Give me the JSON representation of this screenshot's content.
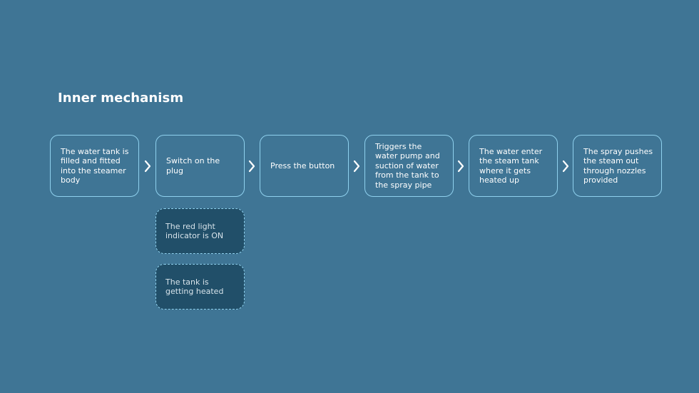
{
  "title": "Inner mechanism",
  "steps": [
    {
      "text": "The water tank is\nfilled and  fitted\ninto the steamer\nbody"
    },
    {
      "text": "Switch on the\nplug"
    },
    {
      "text": "Press the button"
    },
    {
      "text": "Triggers the\nwater pump and\nsuction of water\nfrom the tank to\nthe spray pipe"
    },
    {
      "text": "The water enter\nthe steam tank\nwhere it gets\nheated up"
    },
    {
      "text": "The spray pushes\nthe steam out\nthrough nozzles\nprovided"
    }
  ],
  "notes": [
    {
      "text": "The red light\nindicator is ON"
    },
    {
      "text": "The tank is\ngetting heated"
    }
  ],
  "colors": {
    "background": "#3f7595",
    "box_border": "#8fd1ee",
    "note_fill": "#214f69"
  },
  "icons": [
    "chevron-right-icon"
  ]
}
